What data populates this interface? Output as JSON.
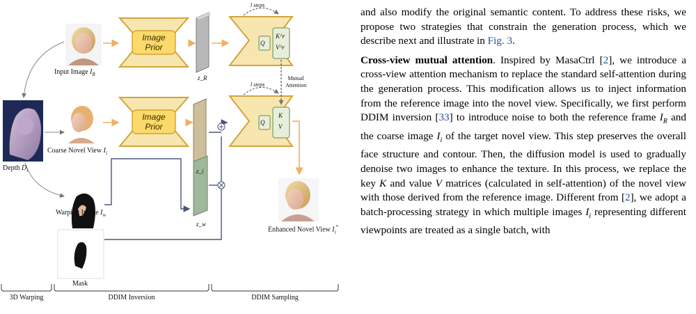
{
  "figure": {
    "labels": {
      "input_image": "Input Image I_R",
      "input_image_main": "Input Image ",
      "input_image_sym": "I",
      "input_image_sub": "R",
      "depth": "Depth D_i",
      "depth_main": "Depth ",
      "depth_sym": "D",
      "depth_sub": "i",
      "coarse": "Coarse Novel View I_i",
      "coarse_main": "Coarse Novel View ",
      "coarse_sym": "I",
      "coarse_sub": "i",
      "warping": "Warping Image I_w",
      "warping_main": "Warping Image ",
      "warping_sym": "I",
      "warping_sub": "w",
      "mask": "Mask",
      "enhanced": "Enhanced Novel View I_i*",
      "enhanced_main": "Enhanced Novel View ",
      "enhanced_sym": "I",
      "enhanced_sub": "i",
      "enhanced_sup": "*",
      "image_prior_1": "Image",
      "image_prior_2": "Prior",
      "z_r": "z_R",
      "z_i": "z_i",
      "z_w": "z_w",
      "steps_top": "l steps",
      "steps_bottom": "l steps",
      "mutual_attention_1": "Mutual",
      "mutual_attention_2": "Attention",
      "q": "Q",
      "k_r": "K^r",
      "v_r": "V^r",
      "k": "K",
      "v": "V"
    },
    "sections": [
      "3D Warping",
      "DDIM Inversion",
      "DDIM Sampling"
    ],
    "colors": {
      "unet_fill": "#f8e6b0",
      "unet_stroke": "#d2a53a",
      "prior_fill": "#fbd96a",
      "kv_fill": "#e6efd9",
      "kv_stroke": "#6a8a55",
      "arrow_orange": "#f0b060",
      "arrow_dark": "#4a5578",
      "latent_r": "#b8b8b8",
      "latent_i": "#cdbf9a",
      "latent_w": "#9fb79a"
    }
  },
  "text": {
    "p1": "and also modify the original semantic content. To address these risks, we propose two strategies that constrain the generation process, which we describe next and illustrate in Fig. 3.",
    "p1_a": "and also modify the original semantic content. To address these risks, we propose two strategies that constrain the generation process, which we describe next and illustrate in ",
    "p1_ref": "Fig. 3",
    "p1_end": ".",
    "heading": "Cross-view mutual attention",
    "p2_a": ". Inspired by MasaCtrl [",
    "ref_2": "2",
    "p2_b": "], we introduce a cross-view attention mechanism to replace the standard self-attention during the generation process. This modification allows us to inject information from the reference image into the novel view. Specifically, we first perform DDIM inversion [",
    "ref_33": "33",
    "p2_c": "] to introduce noise to both the reference frame ",
    "sym_IR": "I",
    "sub_R": "R",
    "p2_d": " and the coarse image ",
    "sym_Ii": "I",
    "sub_i": "i",
    "p2_e": " of the target novel view. This step preserves the overall face structure and contour. Then, the diffusion model is used to gradually denoise two images to enhance the texture. In this process, we replace the key ",
    "sym_K": "K",
    "p2_f": " and value ",
    "sym_V": "V",
    "p2_g": " matrices (calculated in self-attention) of the novel view with those derived from the reference image. Different from [",
    "ref_2b": "2",
    "p2_h": "], we adopt a batch-processing strategy in which multiple images ",
    "sym_Ii2": "I",
    "sub_i2": "i",
    "p2_i": " representing different viewpoints are treated as a single batch, with"
  }
}
